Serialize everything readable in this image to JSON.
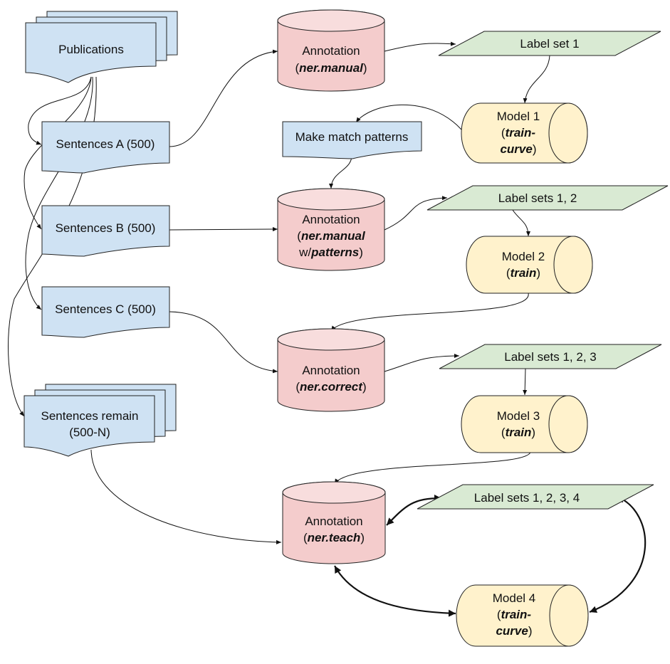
{
  "nodes": {
    "publications": {
      "label": "Publications"
    },
    "sentences_a": {
      "label": "Sentences A (500)"
    },
    "sentences_b": {
      "label": "Sentences B (500)"
    },
    "sentences_c": {
      "label": "Sentences C (500)"
    },
    "sentences_remain": {
      "line1": "Sentences remain",
      "line2": "(500-N)"
    },
    "annotation_1": {
      "title": "Annotation",
      "open": "(",
      "tool": "ner.manual",
      "close": ")"
    },
    "annotation_2": {
      "title": "Annotation",
      "open": "(",
      "tool": "ner.manual",
      "prefix": "w/",
      "tool2": "patterns",
      "close": ")"
    },
    "annotation_3": {
      "title": "Annotation",
      "open": "(",
      "tool": "ner.correct",
      "close": ")"
    },
    "annotation_4": {
      "title": "Annotation",
      "open": "(",
      "tool": "ner.teach",
      "close": ")"
    },
    "make_patterns": {
      "label": "Make match patterns"
    },
    "label_set_1": {
      "label": "Label set 1"
    },
    "label_sets_2": {
      "label": "Label sets 1, 2"
    },
    "label_sets_3": {
      "label": "Label sets 1, 2, 3"
    },
    "label_sets_4": {
      "label": "Label sets 1, 2, 3, 4"
    },
    "model_1": {
      "title": "Model 1",
      "open": "(",
      "cmd_a": "train-",
      "cmd_b": "curve",
      "close": ")"
    },
    "model_2": {
      "title": "Model 2",
      "open": "(",
      "cmd": "train",
      "close": ")"
    },
    "model_3": {
      "title": "Model 3",
      "open": "(",
      "cmd": "train",
      "close": ")"
    },
    "model_4": {
      "title": "Model 4",
      "open": "(",
      "cmd_a": "train-",
      "cmd_b": "curve",
      "close": ")"
    }
  },
  "colors": {
    "document": "#cfe2f3",
    "annotation": "#f4cccc",
    "label_set": "#d9ead3",
    "model": "#fff2cc"
  }
}
